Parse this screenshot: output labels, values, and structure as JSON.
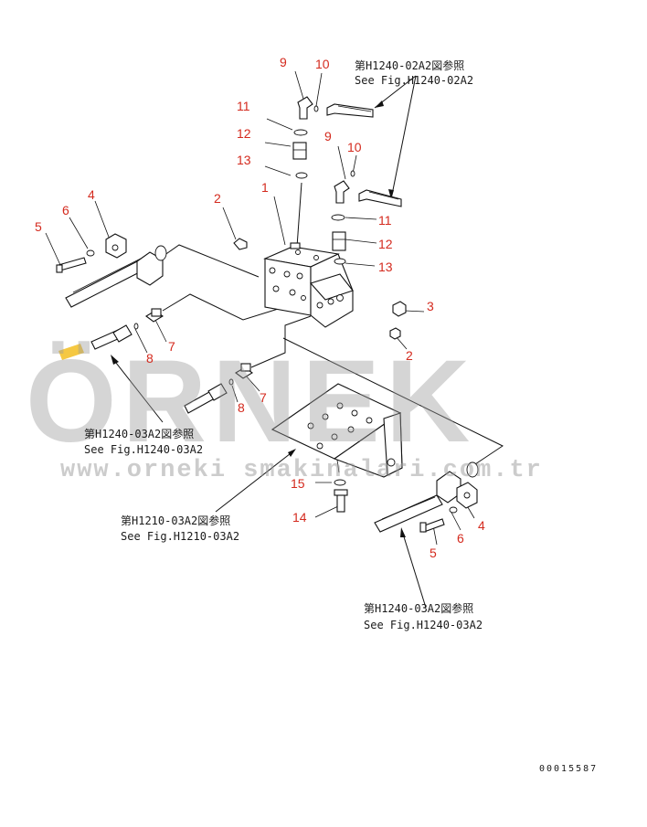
{
  "watermark": {
    "text": "ÖRNEK",
    "url": "www.orneki smakinalari.com.tr",
    "color": "#9a9a9a",
    "accent_color": "#f5c842"
  },
  "callout_color": "#d42a1e",
  "callouts": {
    "c1": "1",
    "c2a": "2",
    "c2b": "2",
    "c3": "3",
    "c4a": "4",
    "c4b": "4",
    "c5a": "5",
    "c5b": "5",
    "c6a": "6",
    "c6b": "6",
    "c7a": "7",
    "c7b": "7",
    "c8a": "8",
    "c8b": "8",
    "c9a": "9",
    "c9b": "9",
    "c10a": "10",
    "c10b": "10",
    "c11a": "11",
    "c11b": "11",
    "c12a": "12",
    "c12b": "12",
    "c13a": "13",
    "c13b": "13",
    "c14": "14",
    "c15": "15"
  },
  "references": {
    "top_right": {
      "jp": "第H1240-02A2図参照",
      "en": "See Fig.H1240-02A2"
    },
    "left": {
      "jp": "第H1240-03A2図参照",
      "en": "See Fig.H1240-03A2"
    },
    "bracket": {
      "jp": "第H1210-03A2図参照",
      "en": "See Fig.H1210-03A2"
    },
    "bottom_right": {
      "jp": "第H1240-03A2図参照",
      "en": "See Fig.H1240-03A2"
    }
  },
  "doc_number": "00015587"
}
